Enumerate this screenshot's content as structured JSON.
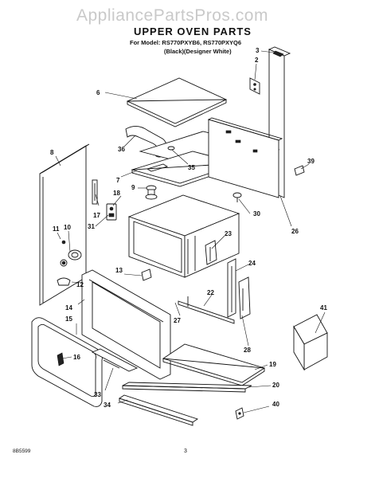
{
  "watermark": "AppliancePartsPros.com",
  "header": {
    "title": "UPPER OVEN PARTS",
    "model_line": "For Model: RS770PXYB6, RS770PXYQ6",
    "color_line": "(Black)(Designer White)"
  },
  "callouts": {
    "c2": "2",
    "c3": "3",
    "c6": "6",
    "c7": "7",
    "c8": "8",
    "c9": "9",
    "c10": "10",
    "c11": "11",
    "c12": "12",
    "c13": "13",
    "c14": "14",
    "c15": "15",
    "c16": "16",
    "c17": "17",
    "c18": "18",
    "c19": "19",
    "c20": "20",
    "c22": "22",
    "c23": "23",
    "c24": "24",
    "c26": "26",
    "c27": "27",
    "c28": "28",
    "c30": "30",
    "c31": "31",
    "c33": "33",
    "c34": "34",
    "c35": "35",
    "c36": "36",
    "c39": "39",
    "c40": "40",
    "c41": "41"
  },
  "footer": {
    "code": "8B5599",
    "page": "3"
  }
}
